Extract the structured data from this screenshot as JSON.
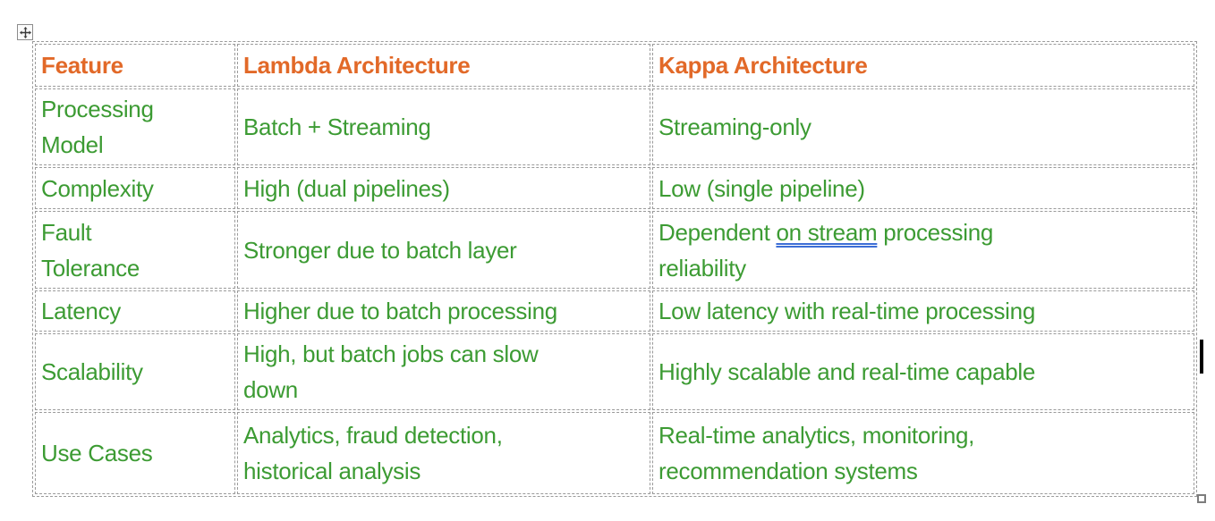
{
  "colors": {
    "header_text": "#e26928",
    "body_text": "#3c9b33",
    "gridline": "#9a9a9a",
    "grammar_underline": "#3d6ed6",
    "caret": "#000000",
    "page_background": "#ffffff"
  },
  "icons": {
    "move_handle": "move-arrows-icon",
    "resize_handle": "table-resize-handle",
    "caret": "text-cursor"
  },
  "table": {
    "header": {
      "feature": "Feature",
      "lambda": "Lambda Architecture",
      "kappa": "Kappa Architecture"
    },
    "rows": [
      {
        "feature": {
          "line1": "Processing",
          "line2": "Model"
        },
        "lambda": {
          "line1": "Batch + Streaming"
        },
        "kappa": {
          "line1": "Streaming-only"
        }
      },
      {
        "feature": {
          "line1": "Complexity"
        },
        "lambda": {
          "line1": "High (dual pipelines)"
        },
        "kappa": {
          "line1": "Low (single pipeline)"
        }
      },
      {
        "feature": {
          "line1": "Fault",
          "line2": "Tolerance"
        },
        "lambda": {
          "line1": "Stronger due to batch layer"
        },
        "kappa": {
          "prefix": "Dependent ",
          "underlined": "on stream",
          "mid": " processing",
          "line2": "reliability"
        }
      },
      {
        "feature": {
          "line1": "Latency"
        },
        "lambda": {
          "line1": "Higher due to batch processing"
        },
        "kappa": {
          "line1": "Low latency with real-time processing"
        }
      },
      {
        "feature": {
          "line1": "Scalability"
        },
        "lambda": {
          "line1": "High, but batch jobs can slow",
          "line2": "down"
        },
        "kappa": {
          "line1": "Highly scalable and real-time capable"
        }
      },
      {
        "feature": {
          "line1": "Use Cases"
        },
        "lambda": {
          "line1": "Analytics, fraud detection,",
          "line2": "historical analysis"
        },
        "kappa": {
          "line1": "Real-time analytics, monitoring,",
          "line2": "recommendation systems"
        }
      }
    ]
  }
}
